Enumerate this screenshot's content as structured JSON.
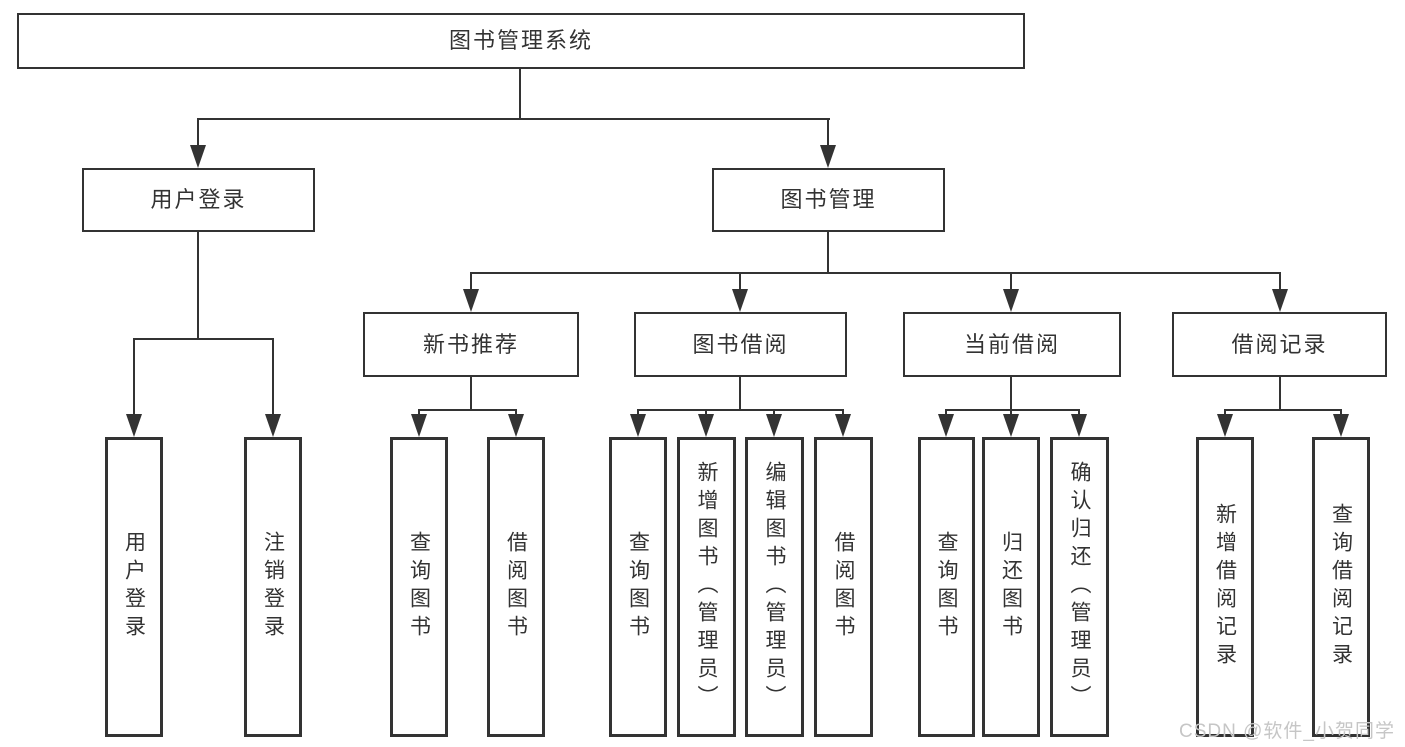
{
  "tree": {
    "label": "图书管理系统",
    "children": [
      {
        "label": "用户登录",
        "children": [
          {
            "label": "用户登录"
          },
          {
            "label": "注销登录"
          }
        ]
      },
      {
        "label": "图书管理",
        "children": [
          {
            "label": "新书推荐",
            "children": [
              {
                "label": "查询图书"
              },
              {
                "label": "借阅图书"
              }
            ]
          },
          {
            "label": "图书借阅",
            "children": [
              {
                "label": "查询图书"
              },
              {
                "label": "新增图书（管理员）"
              },
              {
                "label": "编辑图书（管理员）"
              },
              {
                "label": "借阅图书"
              }
            ]
          },
          {
            "label": "当前借阅",
            "children": [
              {
                "label": "查询图书"
              },
              {
                "label": "归还图书"
              },
              {
                "label": "确认归还（管理员）"
              }
            ]
          },
          {
            "label": "借阅记录",
            "children": [
              {
                "label": "新增借阅记录"
              },
              {
                "label": "查询借阅记录"
              }
            ]
          }
        ]
      }
    ]
  },
  "watermark": {
    "text": "CSDN @软件_小贺同学",
    "color": "#c6c6c6"
  },
  "colors": {
    "line": "#333333",
    "text": "#333333",
    "background": "#ffffff"
  }
}
